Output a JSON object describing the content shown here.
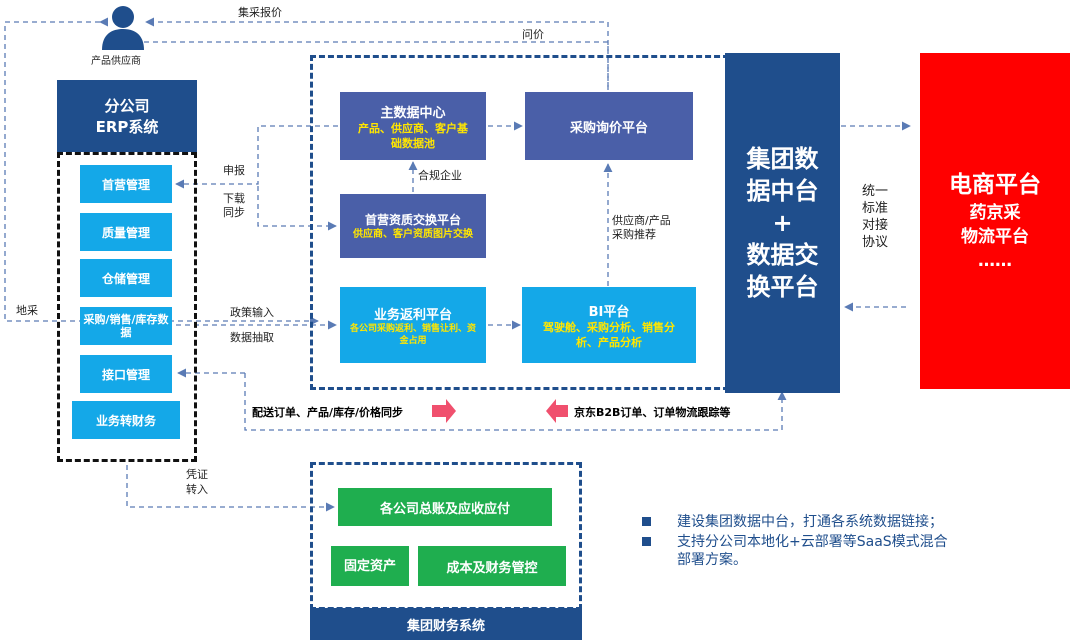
{
  "supplier": {
    "label": "产品供应商"
  },
  "erp": {
    "title": "分公司",
    "subtitle": "ERP系统",
    "modules": [
      "首营管理",
      "质量管理",
      "仓储管理",
      "采购/销售/库存数据",
      "接口管理",
      "业务转财务"
    ]
  },
  "masterdata": {
    "title": "主数据中心",
    "desc": "产品、供应商、客户基础数据池"
  },
  "exchange": {
    "title": "首营资质交换平台",
    "desc": "供应商、客户资质图片交换"
  },
  "inquiry": {
    "title": "采购询价平台"
  },
  "rebate": {
    "title": "业务返利平台",
    "desc": "各公司采购返利、销售让利、资金占用"
  },
  "bi": {
    "title": "BI平台",
    "desc": "驾驶舱、采购分析、销售分析、产品分析"
  },
  "datacenter": {
    "line1": "集团数",
    "line2": "据中台",
    "plus": "+",
    "line3": "数据交",
    "line4": "换平台"
  },
  "ecommerce": {
    "title": "电商平台",
    "line1": "药京采",
    "line2": "物流平台",
    "line3": "……"
  },
  "finance": {
    "footer": "集团财务系统",
    "ledger": "各公司总账及应收应付",
    "assets": "固定资产",
    "cost": "成本及财务管控"
  },
  "labels": {
    "bid_quote": "集采报价",
    "inquiry": "问价",
    "report": "申报",
    "download": "下载",
    "sync": "同步",
    "compliant": "合规企业",
    "supplier_recommend_1": "供应商/产品",
    "supplier_recommend_2": "采购推荐",
    "local_purchase": "地采",
    "policy_input": "政策输入",
    "data_extract": "数据抽取",
    "unified_1": "统一",
    "unified_2": "标准",
    "unified_3": "对接",
    "unified_4": "协议",
    "delivery_sync": "配送订单、产品/库存/价格同步",
    "jd_tracking": "京东B2B订单、订单物流跟踪等",
    "voucher_1": "凭证",
    "voucher_2": "转入"
  },
  "bullets": [
    "建设集团数据中台，打通各系统数据链接；",
    "支持分公司本地化+云部署等SaaS模式混合",
    "部署方案。"
  ],
  "colors": {
    "dark": "#1f4e8c",
    "navy": "#4a5fa8",
    "cyan": "#14a8e8",
    "green": "#1fae4f",
    "red": "#ff0000",
    "arrow": "#5a7bb5",
    "pink": "#f0506e"
  }
}
